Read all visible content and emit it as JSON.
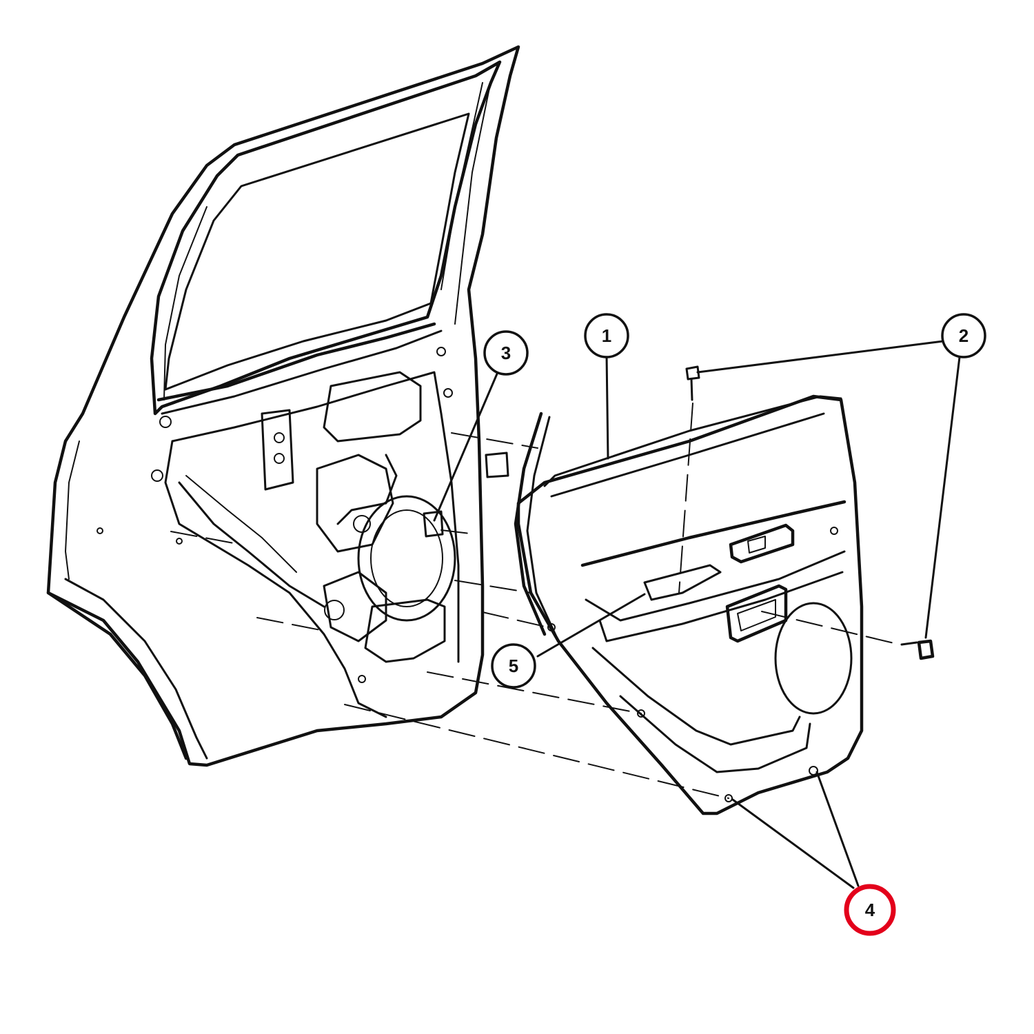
{
  "callouts": [
    {
      "id": "1",
      "label": "1",
      "highlighted": false
    },
    {
      "id": "2",
      "label": "2",
      "highlighted": false
    },
    {
      "id": "3",
      "label": "3",
      "highlighted": false
    },
    {
      "id": "4",
      "label": "4",
      "highlighted": true
    },
    {
      "id": "5",
      "label": "5",
      "highlighted": false
    }
  ],
  "colors": {
    "line": "#111111",
    "background": "#ffffff",
    "highlight": "#e3001b"
  }
}
